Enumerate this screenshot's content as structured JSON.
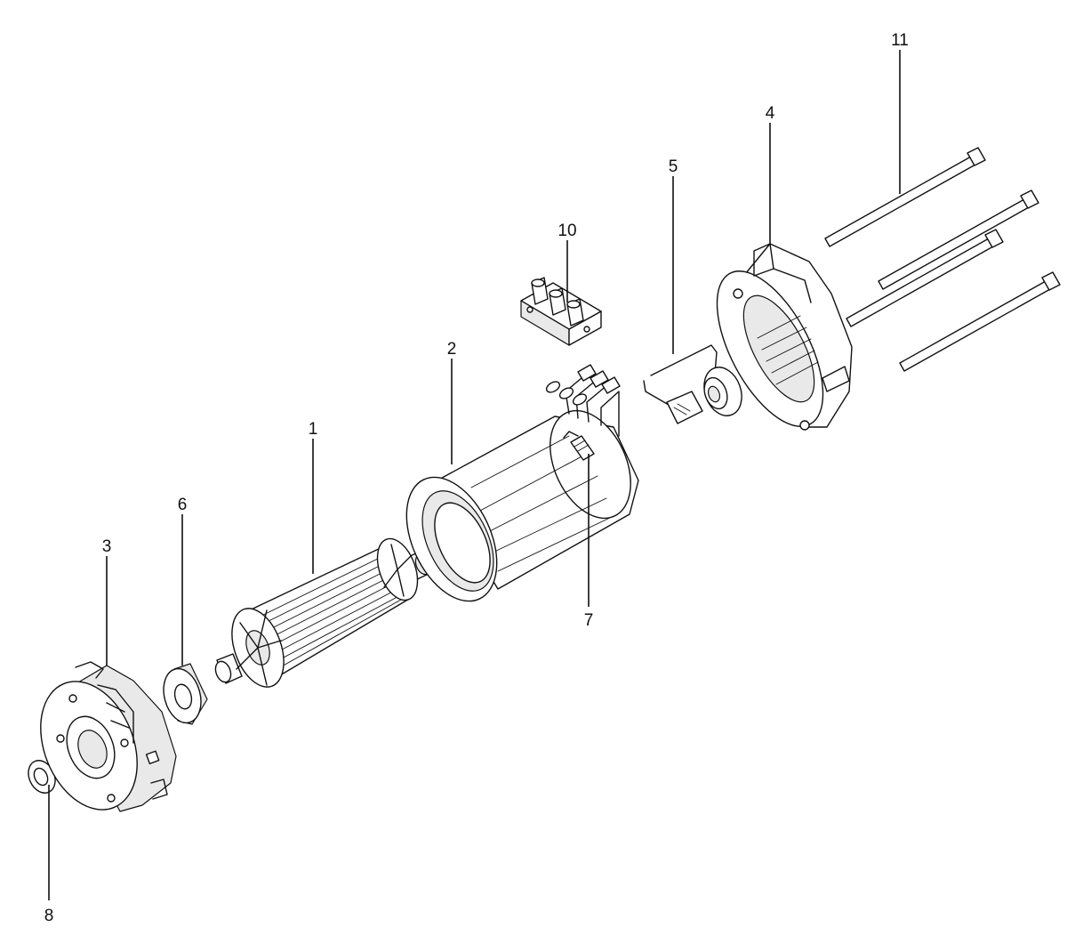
{
  "callouts": {
    "c1": "1",
    "c2": "2",
    "c3": "3",
    "c4": "4",
    "c5": "5",
    "c6": "6",
    "c7": "7",
    "c8": "8",
    "c10": "10",
    "c11": "11"
  },
  "colors": {
    "line": "#111111",
    "background": "#ffffff"
  }
}
